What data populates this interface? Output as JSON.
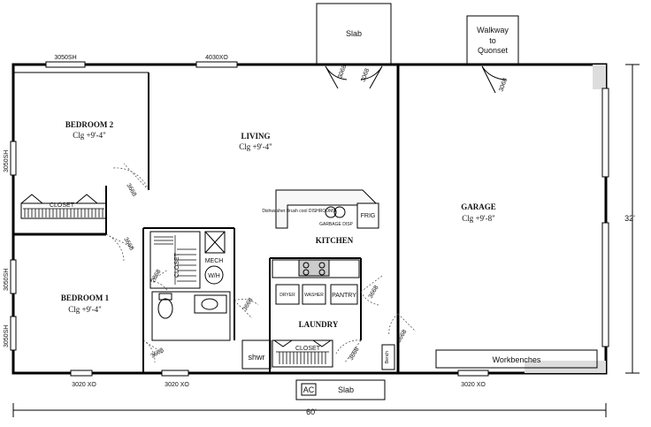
{
  "labels": {
    "slab_top": "Slab",
    "walkway": [
      "Walkway",
      "to",
      "Quonset"
    ],
    "window_top_left": "3050SH",
    "window_top_mid": "4030XO",
    "door_front_1": "3068",
    "door_front_2": "3068",
    "door_garage_side": "3068",
    "bedroom2_name": "BEDROOM 2",
    "bedroom2_ceiling": "Clg +9'-4\"",
    "living_name": "LIVING",
    "living_ceiling": "Clg +9'-4\"",
    "garage_name": "GARAGE",
    "garage_ceiling": "Clg +9'-8\"",
    "bedroom1_name": "BEDROOM 1",
    "bedroom1_ceiling": "Clg +9'-4\"",
    "kitchen_name": "KITCHEN",
    "laundry_name": "LAUNDRY",
    "closet_bed2": "CLOSET",
    "closet_bed1": "CLOSET",
    "closet_laundry": "CLOSET",
    "mech": "MECH",
    "wh": "W/H",
    "frig": "FRIG",
    "dishwasher": "Dishwasher Brush cool DISHROOMS",
    "garage_disp": "GARBAGE DISP",
    "dryer": "DRYER",
    "washer": "WASHER",
    "pantry": "PANTRY",
    "shwr": "shwr",
    "bench": "Bench",
    "workbenches": "Workbenches",
    "ac": "AC",
    "slab_bottom": "Slab",
    "window_left_1": "3050SH",
    "window_left_2": "3050SH",
    "window_left_3": "3050SH",
    "window_bottom_1": "3020 XO",
    "window_bottom_2": "3020 XO",
    "window_bottom_3": "3020 XO",
    "door_bed2": "3668",
    "door_bed2_closet": "3668",
    "door_bath": "2868",
    "door_laundry_1": "3668",
    "door_laundry_2": "3668",
    "door_laundry_3": "3668",
    "door_bed1": "3668",
    "door_bottom": "3668",
    "door_garage_int": "3668",
    "dim_width": "60'",
    "dim_depth": "32'"
  }
}
